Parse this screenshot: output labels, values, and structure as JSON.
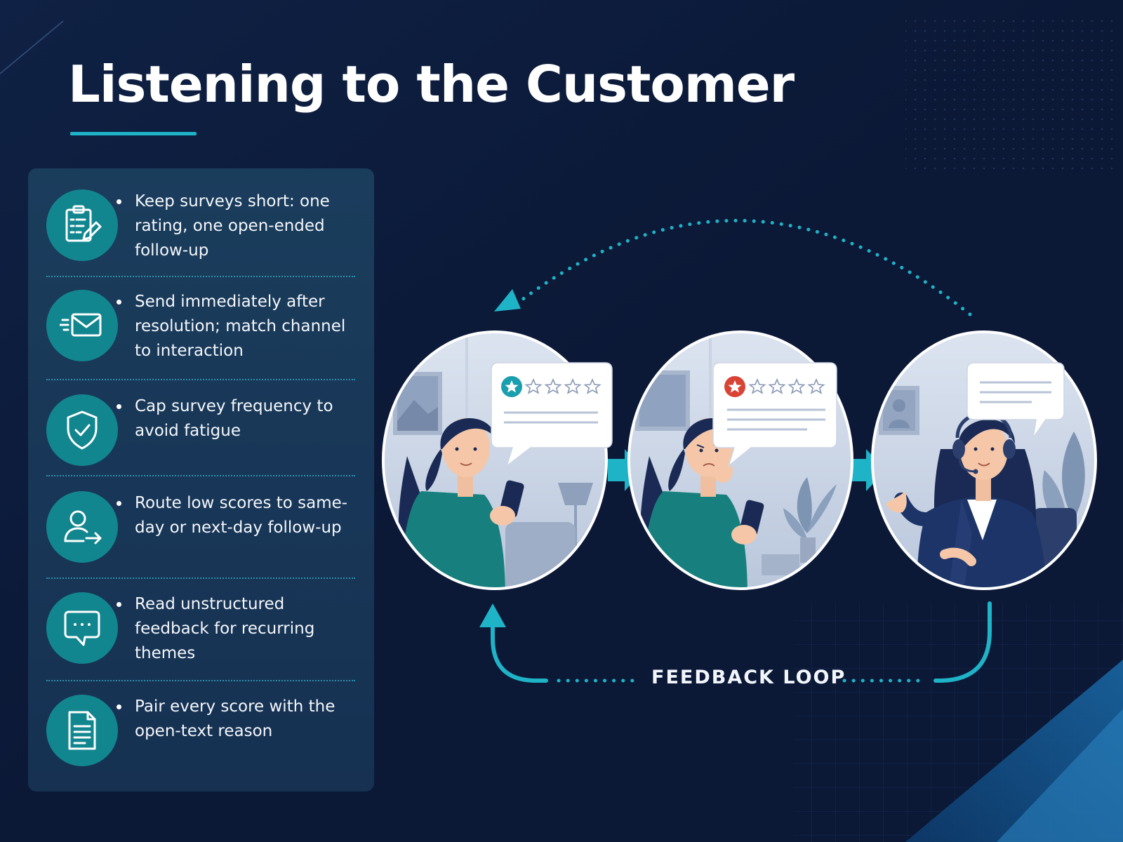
{
  "title": "Listening to the Customer",
  "colors": {
    "background": "#0c1a38",
    "panel": "#183657",
    "accent_teal": "#1fb3c8",
    "icon_circle": "#12868f",
    "star_good": "#1a9fae",
    "star_bad": "#d94336"
  },
  "tips": [
    {
      "icon": "clipboard-edit-icon",
      "text": "Keep surveys short: one rating, one open-ended follow-up"
    },
    {
      "icon": "mail-send-icon",
      "text": "Send immediately after resolution; match channel to interaction"
    },
    {
      "icon": "shield-check-icon",
      "text": "Cap survey frequency to avoid fatigue"
    },
    {
      "icon": "user-arrow-icon",
      "text": "Route low scores to same-day or next-day follow-up"
    },
    {
      "icon": "chat-bubble-icon",
      "text": "Read unstructured feedback for recurring themes"
    },
    {
      "icon": "document-icon",
      "text": "Pair every score with the open-text reason"
    }
  ],
  "loop": {
    "label": "FEEDBACK LOOP",
    "steps": [
      {
        "name": "customer-rates",
        "rating": 1,
        "max_rating": 5,
        "star_color": "teal"
      },
      {
        "name": "customer-unhappy",
        "rating": 1,
        "max_rating": 5,
        "star_color": "red"
      },
      {
        "name": "agent-follow-up"
      }
    ]
  }
}
